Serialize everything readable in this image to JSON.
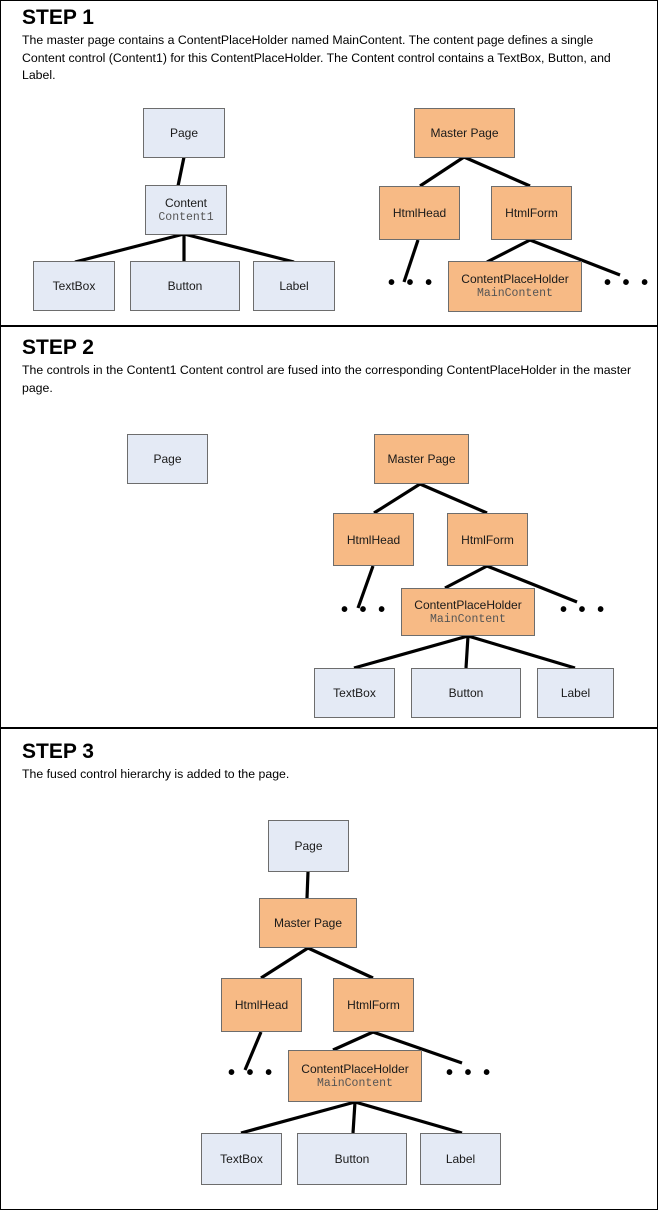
{
  "document": {
    "title": "Master page / content page control tree fusion",
    "colors": {
      "blue_fill": "#E4EAF5",
      "orange_fill": "#F7BA85",
      "box_border": "#6D6D6D",
      "edge": "#000000",
      "frame": "#000000"
    }
  },
  "steps": [
    {
      "title": "STEP 1",
      "description": "The master page contains a ContentPlaceHolder named MainContent. The content page defines a single Content control (Content1) for this ContentPlaceHolder. The Content control contains a TextBox, Button, and Label.",
      "nodes": {
        "page": "Page",
        "content": "Content",
        "content_sub": "Content1",
        "textbox": "TextBox",
        "button": "Button",
        "label": "Label",
        "master_page": "Master Page",
        "html_head": "HtmlHead",
        "html_form": "HtmlForm",
        "content_placeholder": "ContentPlaceHolder",
        "content_placeholder_sub": "MainContent",
        "ellipsis_left": "• • •",
        "ellipsis_right": "• • •"
      }
    },
    {
      "title": "STEP 2",
      "description": "The controls in the Content1 Content control are fused into the corresponding ContentPlaceHolder in the master page.",
      "nodes": {
        "page": "Page",
        "master_page": "Master Page",
        "html_head": "HtmlHead",
        "html_form": "HtmlForm",
        "content_placeholder": "ContentPlaceHolder",
        "content_placeholder_sub": "MainContent",
        "textbox": "TextBox",
        "button": "Button",
        "label": "Label",
        "ellipsis_left": "• • •",
        "ellipsis_right": "• • •"
      }
    },
    {
      "title": "STEP 3",
      "description": "The fused control hierarchy is added to the page.",
      "nodes": {
        "page": "Page",
        "master_page": "Master Page",
        "html_head": "HtmlHead",
        "html_form": "HtmlForm",
        "content_placeholder": "ContentPlaceHolder",
        "content_placeholder_sub": "MainContent",
        "textbox": "TextBox",
        "button": "Button",
        "label": "Label",
        "ellipsis_left": "• • •",
        "ellipsis_right": "• • •"
      }
    }
  ]
}
